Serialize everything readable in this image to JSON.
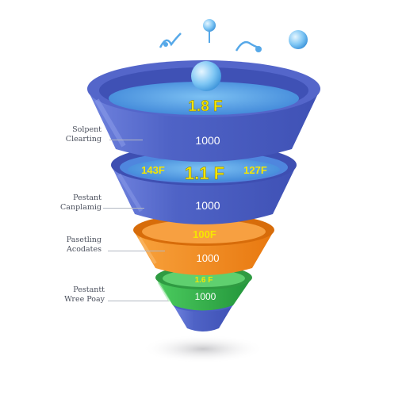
{
  "colors": {
    "blue": "#5a6fd0",
    "blue_dark": "#3d4fb3",
    "blue_light": "#7e90e3",
    "water": "#5aa6ea",
    "orange": "#f28a1c",
    "orange_dark": "#d96f0c",
    "green": "#35b84a",
    "green_dark": "#239035",
    "value_yellow": "#f5e600",
    "white": "#ffffff"
  },
  "labels": [
    {
      "line1": "Solpent",
      "line2": "Clearting"
    },
    {
      "line1": "Pestant",
      "line2": "Canplamig"
    },
    {
      "line1": "Pasetling",
      "line2": "Acodates"
    },
    {
      "line1": "Pestantt",
      "line2": "Wree Poay"
    }
  ],
  "tiers": {
    "top": {
      "inner_value": "1.8 F",
      "body_value": "1000"
    },
    "second": {
      "left_value": "143F",
      "center_value": "1.1 F",
      "right_value": "127F",
      "body_value": "1000"
    },
    "third": {
      "inner_value": "100F",
      "body_value": "1000"
    },
    "fourth": {
      "inner_value": "1.6 F",
      "body_value": "1000"
    }
  }
}
